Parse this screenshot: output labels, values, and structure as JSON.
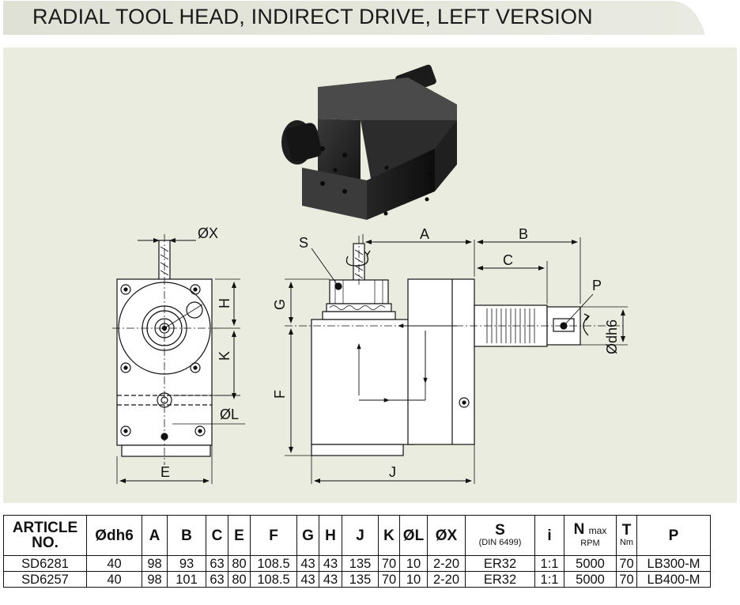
{
  "title": "RADIAL TOOL HEAD, INDIRECT DRIVE, LEFT VERSION",
  "drawing": {
    "labels": {
      "ox": "ØX",
      "a": "A",
      "b": "B",
      "c": "C",
      "s": "S",
      "p": "P",
      "h": "H",
      "k": "K",
      "g": "G",
      "f": "F",
      "ol": "ØL",
      "e": "E",
      "j": "J",
      "odh6": "Ødh6"
    }
  },
  "table": {
    "headers": {
      "article": "ARTICLE NO.",
      "odh6": "Ødh6",
      "a": "A",
      "b": "B",
      "c": "C",
      "e": "E",
      "f": "F",
      "g": "G",
      "h": "H",
      "j": "J",
      "k": "K",
      "ol": "ØL",
      "ox": "ØX",
      "s": "S",
      "s_sub": "(DIN 6499)",
      "i": "i",
      "n": "N",
      "n_sub": "max",
      "n_unit": "RPM",
      "t": "T",
      "t_unit": "Nm",
      "p": "P"
    },
    "rows": [
      [
        "SD6281",
        "40",
        "98",
        "93",
        "63",
        "80",
        "108.5",
        "43",
        "43",
        "135",
        "70",
        "10",
        "2-20",
        "ER32",
        "1:1",
        "5000",
        "70",
        "LB300-M"
      ],
      [
        "SD6257",
        "40",
        "98",
        "101",
        "63",
        "80",
        "108.5",
        "43",
        "43",
        "135",
        "70",
        "10",
        "2-20",
        "ER32",
        "1:1",
        "5000",
        "70",
        "LB400-M"
      ]
    ]
  }
}
